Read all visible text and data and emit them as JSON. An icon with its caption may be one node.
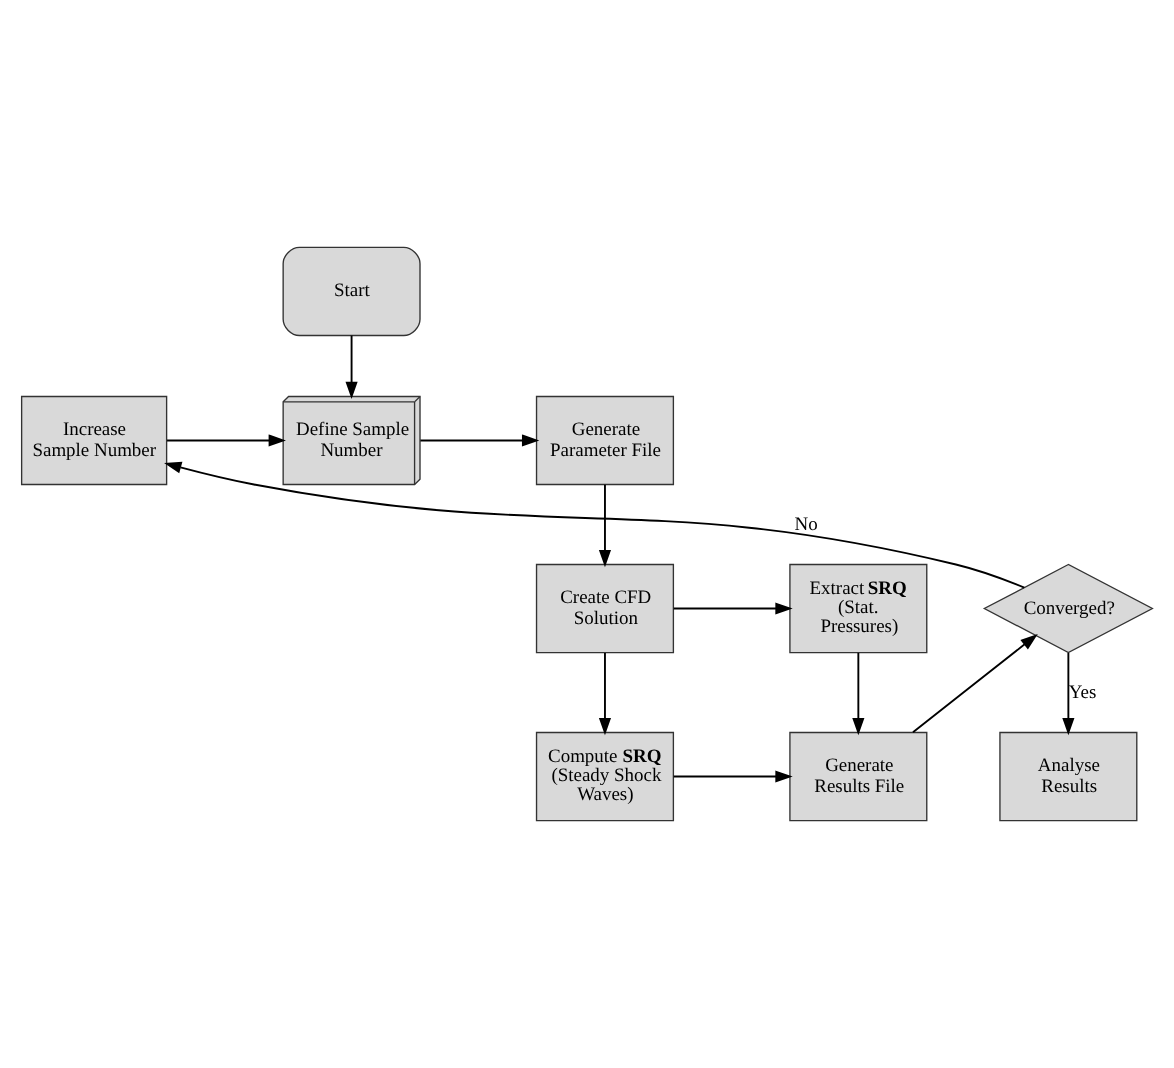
{
  "diagram": {
    "nodes": [
      {
        "text": [
          "Start"
        ]
      },
      {
        "text": [
          "Define Sample Number"
        ]
      },
      {
        "text": [
          "Increase Sample Number"
        ]
      },
      {
        "text": [
          "Generate Parameter File"
        ]
      },
      {
        "text": [
          "Create CFD Solution"
        ]
      },
      {
        "text": [
          "Extract **SRQ** (Stat. Pressures)"
        ]
      },
      {
        "text": [
          "Converged?"
        ]
      },
      {
        "text": [
          "Compute **SRQ** (Steady Shock Waves)"
        ]
      },
      {
        "text": [
          "Generate Results File"
        ]
      },
      {
        "text": [
          "Analyse Results"
        ]
      }
    ],
    "edges": [
      {
        "from": 0,
        "to": 1,
        "arrow": "to"
      },
      {
        "from": 1,
        "to": 3,
        "arrow": "to"
      },
      {
        "from": 3,
        "to": 4,
        "arrow": "to"
      },
      {
        "from": 4,
        "to": 5,
        "arrow": "to"
      },
      {
        "from": 4,
        "to": 7,
        "arrow": "to"
      },
      {
        "from": 5,
        "to": 8,
        "arrow": "to"
      },
      {
        "from": 7,
        "to": 8,
        "arrow": "to"
      },
      {
        "from": 8,
        "to": 6,
        "arrow": "to"
      },
      {
        "from": 6,
        "to": 2,
        "arrow": "to",
        "label": "No"
      },
      {
        "from": 6,
        "to": 9,
        "arrow": "to",
        "label": "Yes"
      },
      {
        "from": 2,
        "to": 1,
        "arrow": "to"
      }
    ]
  }
}
